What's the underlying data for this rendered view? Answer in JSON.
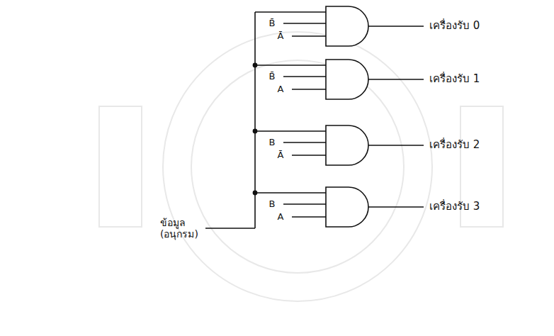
{
  "diagram": {
    "labels": [
      "B̄",
      "Ā",
      "เครื่องรับ 0",
      "B̄",
      "A",
      "เครื่องรับ 1",
      "B",
      "Ā",
      "เครื่องรับ 2",
      "B",
      "A",
      "เครื่องรับ 3",
      "ข้อมูล (อนุกรม)"
    ]
  }
}
